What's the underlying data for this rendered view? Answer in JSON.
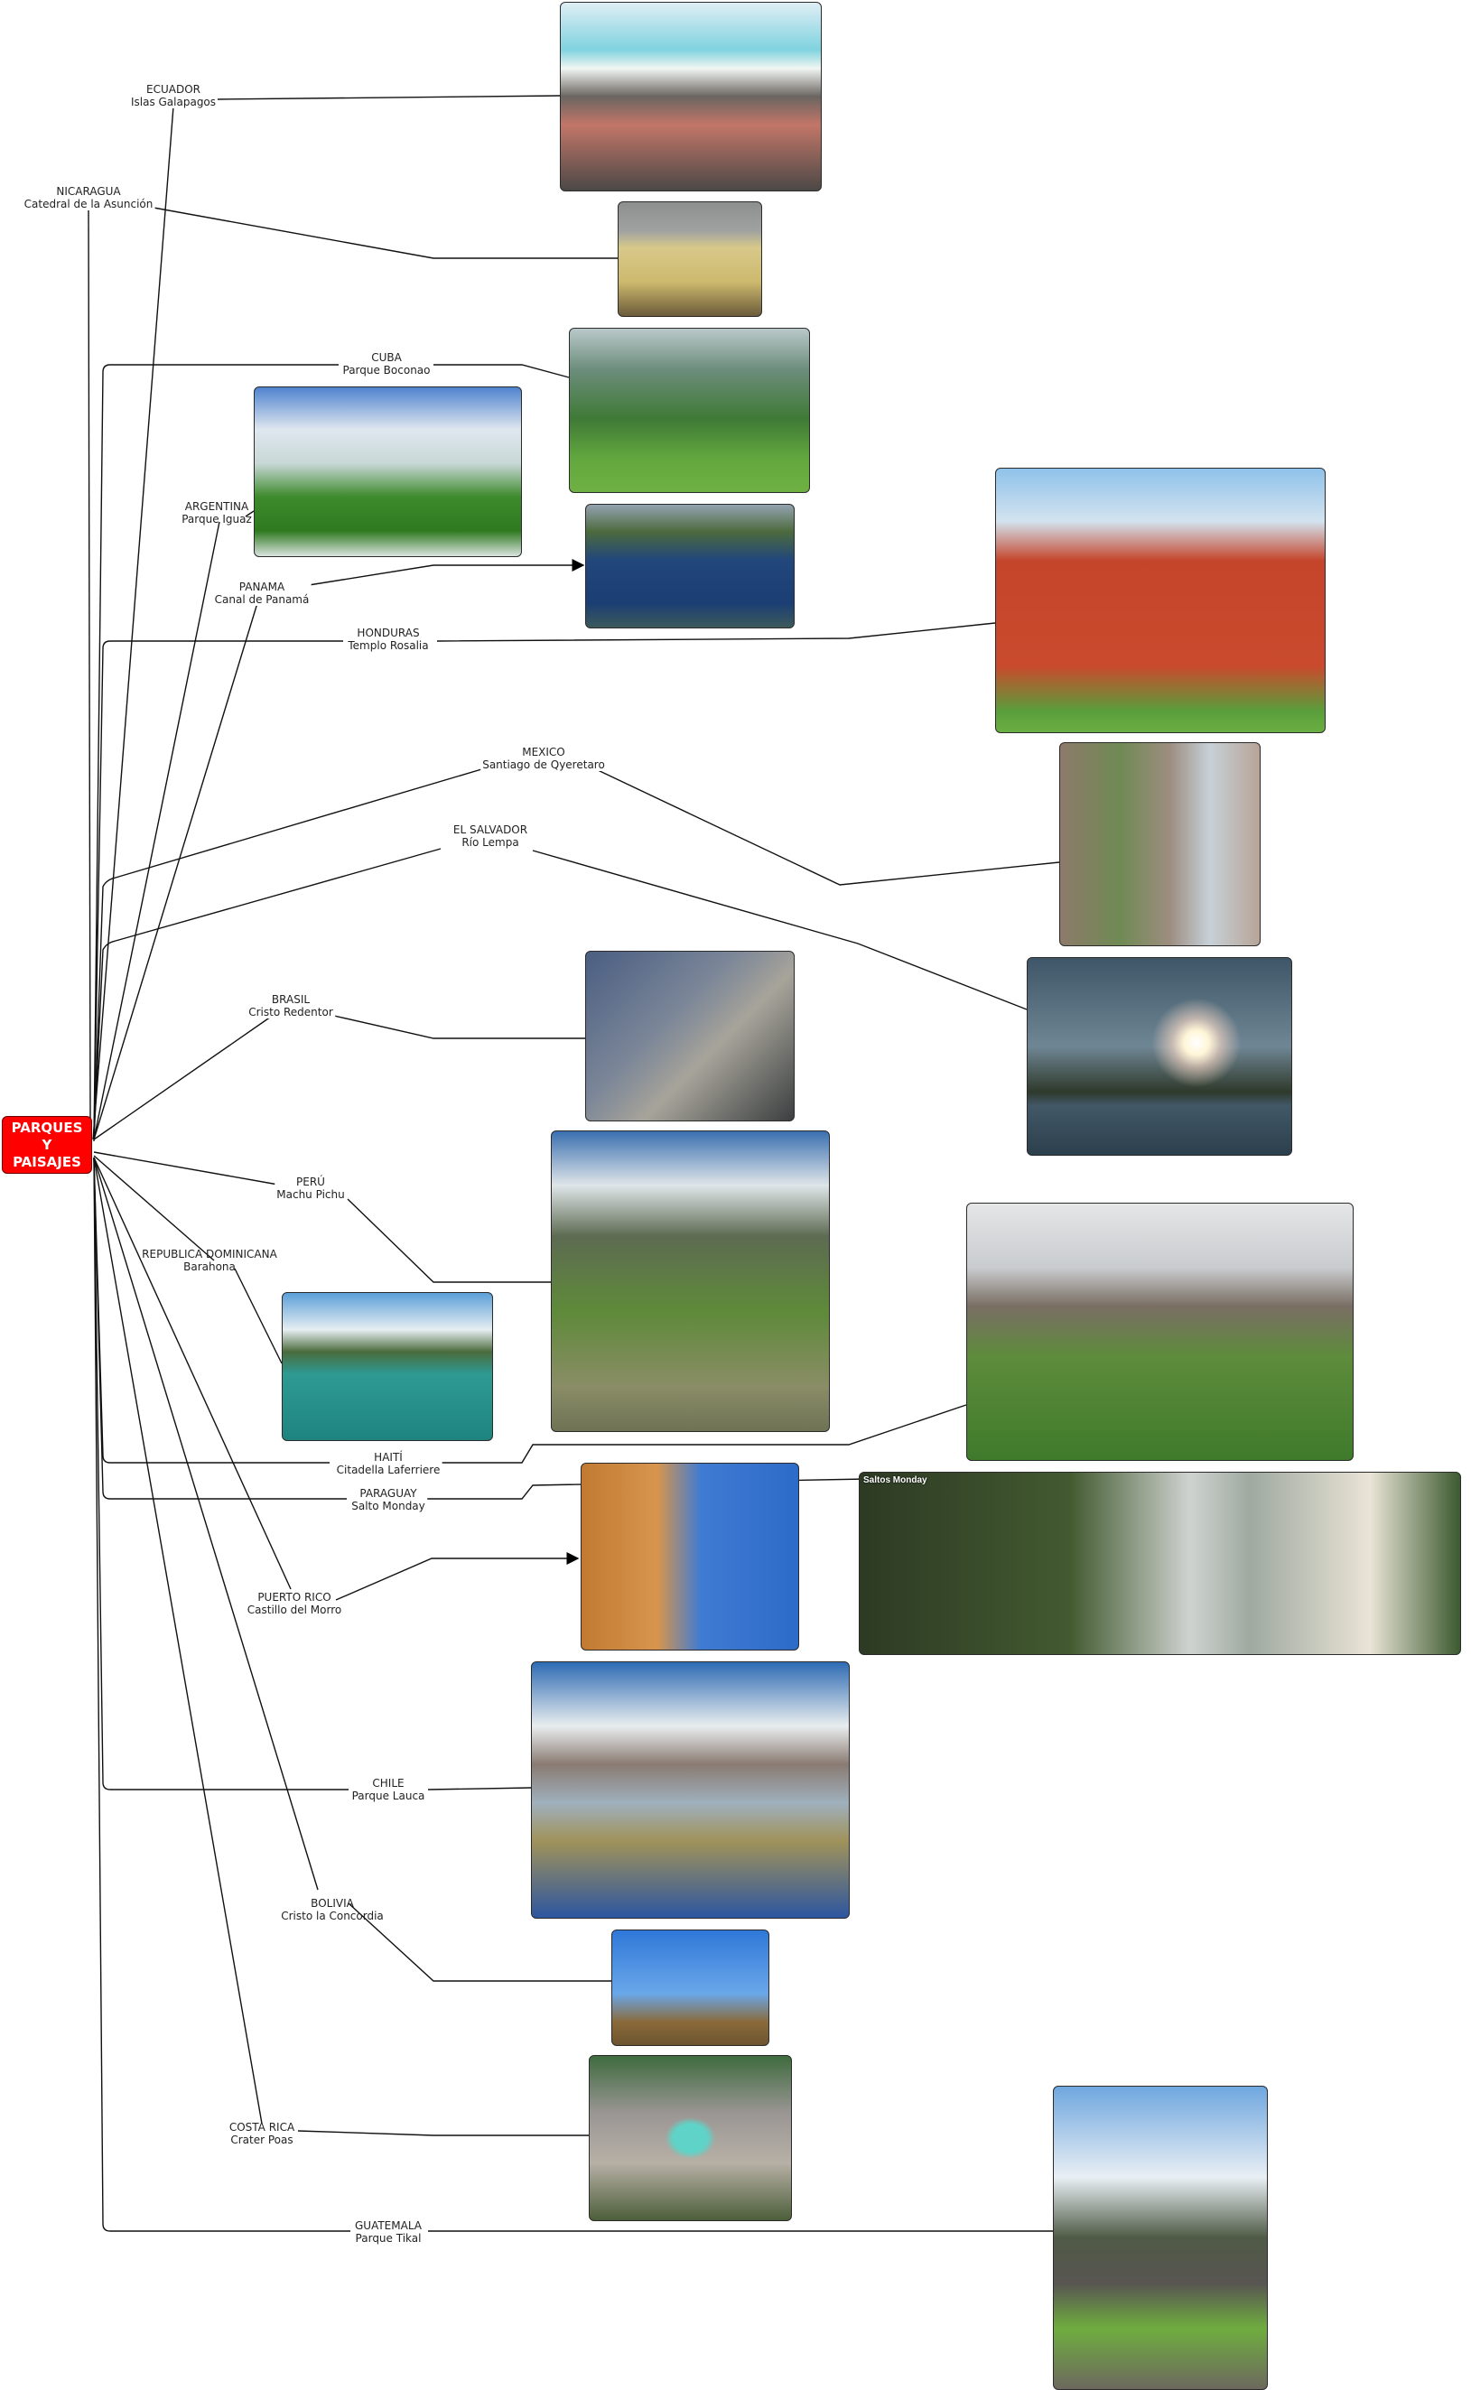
{
  "root": {
    "label": "PARQUES\nY\nPAISAJES",
    "color": "#ff0000"
  },
  "nodes": [
    {
      "id": "ecuador",
      "country": "ECUADOR",
      "place": "Islas Galapagos"
    },
    {
      "id": "nicaragua",
      "country": "NICARAGUA",
      "place": "Catedral de la Asunción"
    },
    {
      "id": "cuba",
      "country": "CUBA",
      "place": "Parque Boconao"
    },
    {
      "id": "argentina",
      "country": "ARGENTINA",
      "place": "Parque Iguaz"
    },
    {
      "id": "panama",
      "country": "PANAMA",
      "place": "Canal de Panamá"
    },
    {
      "id": "honduras",
      "country": "HONDURAS",
      "place": "Templo Rosalia"
    },
    {
      "id": "mexico",
      "country": "MEXICO",
      "place": "Santiago de Qyeretaro"
    },
    {
      "id": "elsalvador",
      "country": "EL SALVADOR",
      "place": "Río Lempa"
    },
    {
      "id": "brasil",
      "country": "BRASIL",
      "place": "Cristo Redentor"
    },
    {
      "id": "peru",
      "country": "PERÚ",
      "place": "Machu Pichu"
    },
    {
      "id": "repdom",
      "country": "REPUBLICA DOMINICANA",
      "place": "Barahona"
    },
    {
      "id": "haiti",
      "country": "HAITÍ",
      "place": "Citadella Laferriere"
    },
    {
      "id": "paraguay",
      "country": "PARAGUAY",
      "place": "Salto Monday"
    },
    {
      "id": "puertorico",
      "country": "PUERTO RICO",
      "place": "Castillo del Morro"
    },
    {
      "id": "chile",
      "country": "CHILE",
      "place": "Parque Lauca"
    },
    {
      "id": "bolivia",
      "country": "BOLIVIA",
      "place": "Cristo la Concordia"
    },
    {
      "id": "costarica",
      "country": "COSTA RICA",
      "place": "Crater Poas"
    },
    {
      "id": "guatemala",
      "country": "GUATEMALA",
      "place": "Parque Tikal"
    }
  ],
  "images": {
    "paraguay_caption": "Saltos Monday"
  },
  "colors": {
    "line": "#111111",
    "text": "#222222"
  }
}
